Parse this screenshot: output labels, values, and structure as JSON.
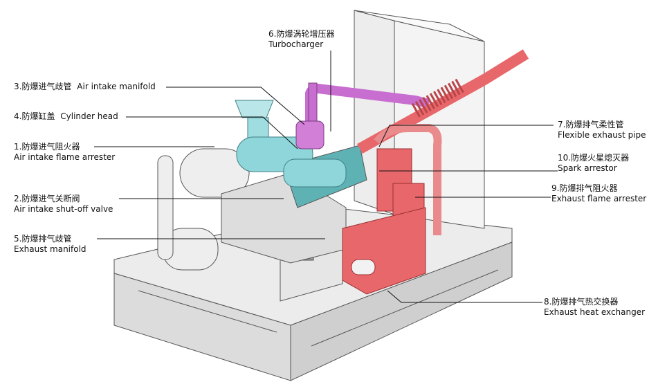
{
  "colors": {
    "intake": "#8fd6da",
    "turbo": "#c86ed0",
    "exhaust": "#e8676a",
    "frame": "#d8d8d8",
    "leader": "#111111"
  },
  "callouts": [
    {
      "zh": "6.防爆涡轮增压器",
      "en": "Turbocharger"
    },
    {
      "zh": "3.防爆进气歧管",
      "en": "Air intake manifold"
    },
    {
      "zh": "4.防爆缸盖",
      "en": "Cylinder head"
    },
    {
      "zh": "1.防爆进气阻火器",
      "en": "Air intake flame arrester"
    },
    {
      "zh": "2.防爆进气关断阀",
      "en": "Air intake shut-off valve"
    },
    {
      "zh": "5.防爆排气歧管",
      "en": "Exhaust manifold"
    },
    {
      "zh": "7.防爆排气柔性管",
      "en": "Flexible exhaust pipe"
    },
    {
      "zh": "10.防爆火星熄灭器",
      "en": "Spark arrestor"
    },
    {
      "zh": "9.防爆排气阻火器",
      "en": "Exhaust flame arrester"
    },
    {
      "zh": "8.防爆排气热交换器",
      "en": "Exhaust heat exchanger"
    }
  ]
}
